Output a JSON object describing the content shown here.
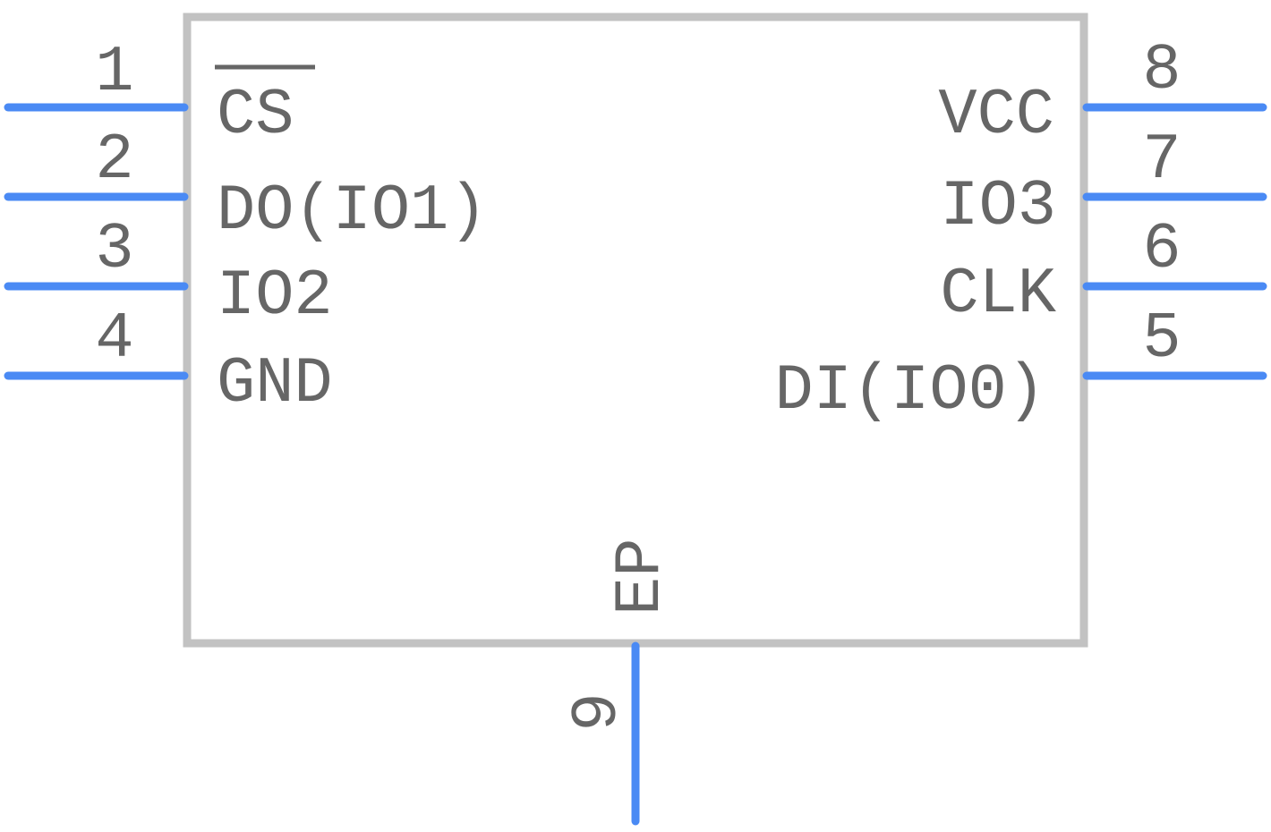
{
  "component": {
    "body_color": "#c2c2c2",
    "pin_color": "#4a8af4",
    "text_color": "#666666",
    "pins": [
      {
        "number": "1",
        "name": "CS",
        "overbar": true,
        "side": "left"
      },
      {
        "number": "2",
        "name": "DO(IO1)",
        "overbar": false,
        "side": "left"
      },
      {
        "number": "3",
        "name": "IO2",
        "overbar": false,
        "side": "left"
      },
      {
        "number": "4",
        "name": "GND",
        "overbar": false,
        "side": "left"
      },
      {
        "number": "5",
        "name": "DI(IO0)",
        "overbar": false,
        "side": "right"
      },
      {
        "number": "6",
        "name": "CLK",
        "overbar": false,
        "side": "right"
      },
      {
        "number": "7",
        "name": "IO3",
        "overbar": false,
        "side": "right"
      },
      {
        "number": "8",
        "name": "VCC",
        "overbar": false,
        "side": "right"
      },
      {
        "number": "9",
        "name": "EP",
        "overbar": false,
        "side": "bottom"
      }
    ]
  }
}
